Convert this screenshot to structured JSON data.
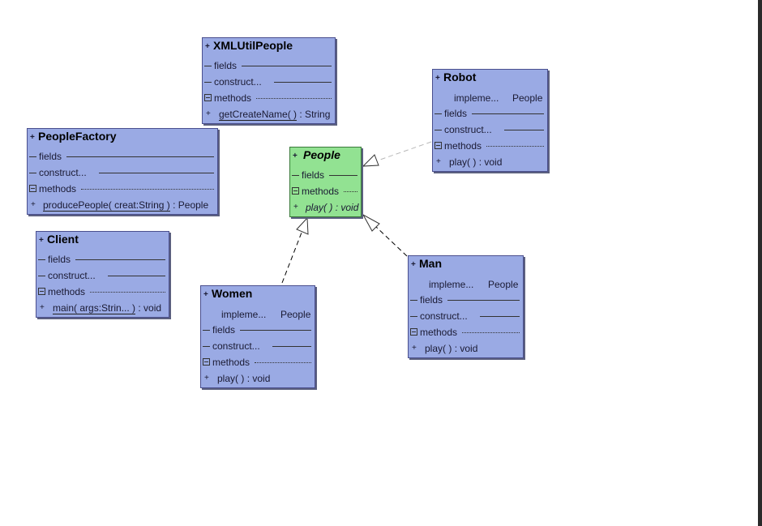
{
  "diagram": {
    "classes": [
      {
        "id": "xmlutilpeople",
        "name": "XMLUtilPeople",
        "plus": "+",
        "fields": "fields",
        "constructors": "construct...",
        "methods_label": "methods",
        "methods": [
          {
            "prefix": "+",
            "name": "getCreateName",
            "args": "( )",
            "ret": ": String"
          }
        ]
      },
      {
        "id": "peoplefactory",
        "name": "PeopleFactory",
        "plus": "+",
        "fields": "fields",
        "constructors": "construct...",
        "methods_label": "methods",
        "methods": [
          {
            "prefix": "+",
            "name": "producePeople",
            "args": "( creat:String )",
            "ret": ": People"
          }
        ]
      },
      {
        "id": "client",
        "name": "Client",
        "plus": "+",
        "fields": "fields",
        "constructors": "construct...",
        "methods_label": "methods",
        "methods": [
          {
            "prefix": "+",
            "name": "main",
            "args": "( args:Strin... )",
            "ret": ": void"
          }
        ]
      },
      {
        "id": "people",
        "name": "People",
        "plus": "+",
        "fields": "fields",
        "methods_label": "methods",
        "methods": [
          {
            "prefix": "+",
            "name": "play",
            "args": "( )",
            "ret": ": void"
          }
        ]
      },
      {
        "id": "robot",
        "name": "Robot",
        "plus": "+",
        "implements_label": "impleme...",
        "implements_value": "People",
        "fields": "fields",
        "constructors": "construct...",
        "methods_label": "methods",
        "methods": [
          {
            "prefix": "+",
            "name": "play",
            "args": "( )",
            "ret": ": void"
          }
        ]
      },
      {
        "id": "women",
        "name": "Women",
        "plus": "+",
        "implements_label": "impleme...",
        "implements_value": "People",
        "fields": "fields",
        "constructors": "construct...",
        "methods_label": "methods",
        "methods": [
          {
            "prefix": "+",
            "name": "play",
            "args": "( )",
            "ret": ": void"
          }
        ]
      },
      {
        "id": "man",
        "name": "Man",
        "plus": "+",
        "implements_label": "impleme...",
        "implements_value": "People",
        "fields": "fields",
        "constructors": "construct...",
        "methods_label": "methods",
        "methods": [
          {
            "prefix": "+",
            "name": "play",
            "args": "( )",
            "ret": ": void"
          }
        ]
      }
    ],
    "relations": [
      {
        "from": "robot",
        "to": "people",
        "type": "realization",
        "style": "light-dashed"
      },
      {
        "from": "women",
        "to": "people",
        "type": "realization",
        "style": "dashed"
      },
      {
        "from": "man",
        "to": "people",
        "type": "realization",
        "style": "dashed"
      }
    ],
    "colors": {
      "class_fill": "#9aaae4",
      "interface_fill": "#92e292",
      "border": "#4a4f8e"
    }
  }
}
